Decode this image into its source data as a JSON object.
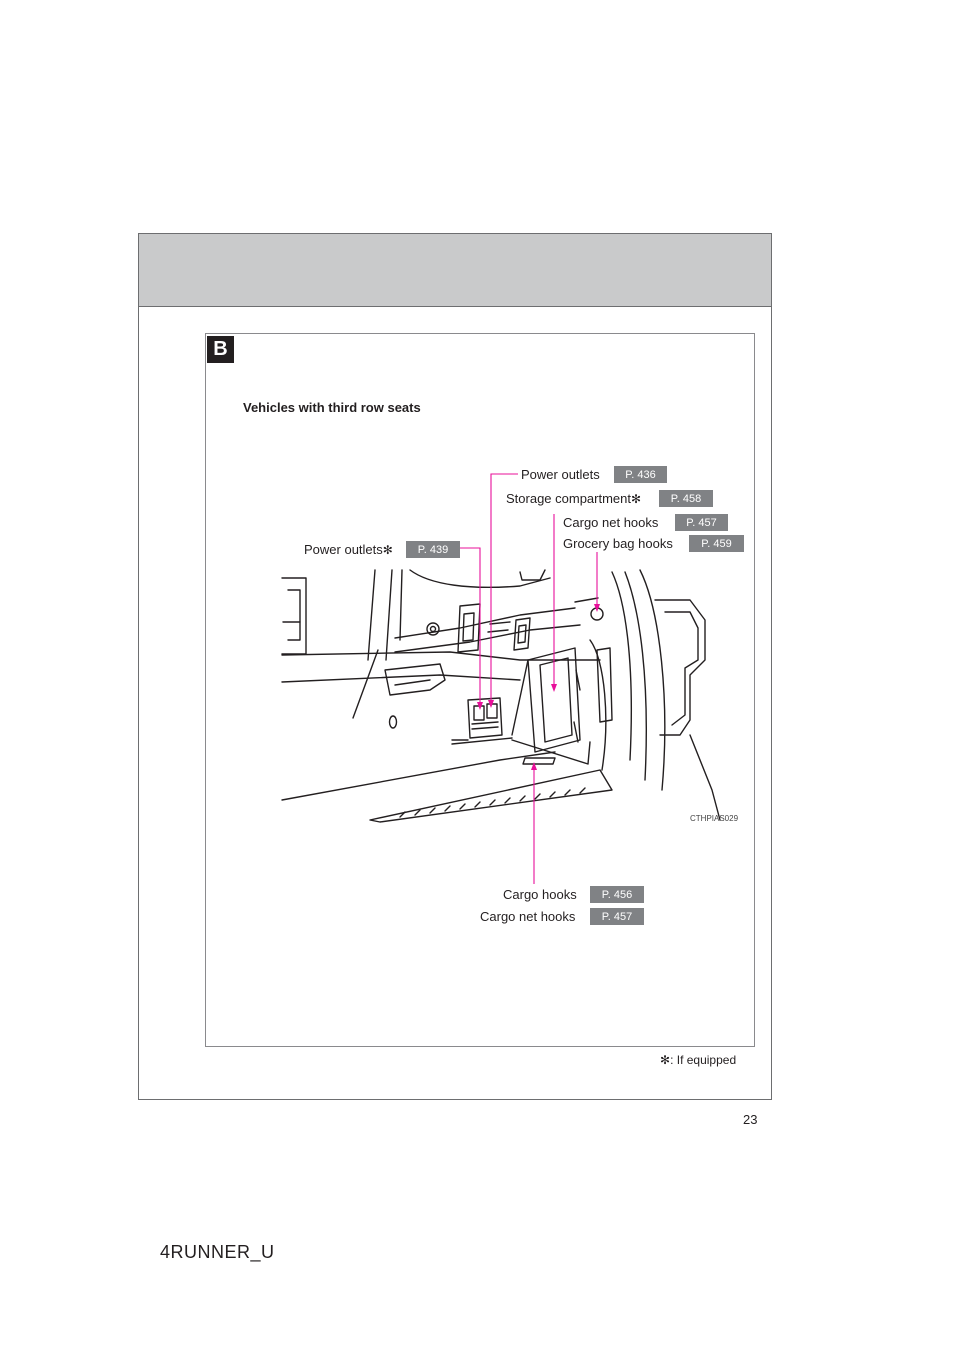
{
  "section": {
    "badge": "B",
    "subtitle": "Vehicles with third row seats"
  },
  "callouts": {
    "power_outlets_top": {
      "label": "Power outlets",
      "ref": "P. 436"
    },
    "storage_compartment": {
      "label": "Storage compartment",
      "mark": "✻",
      "ref": "P. 458"
    },
    "cargo_net_hooks_top": {
      "label": "Cargo net hooks",
      "ref": "P. 457"
    },
    "grocery_bag_hooks": {
      "label": "Grocery bag hooks",
      "ref": "P. 459"
    },
    "power_outlets_left": {
      "label": "Power outlets",
      "mark": "✻",
      "ref": "P. 439"
    },
    "cargo_hooks": {
      "label": "Cargo hooks",
      "ref": "P. 456"
    },
    "cargo_net_hooks_bottom": {
      "label": "Cargo net hooks",
      "ref": "P. 457"
    }
  },
  "image_code": "CTHPIAS029",
  "footnote": {
    "mark": "✻",
    "text": ": If equipped"
  },
  "page_number": "23",
  "manual_code": "4RUNNER_U",
  "colors": {
    "leader": "#e8109a",
    "header": "#c9cacb",
    "ref_badge": "#808285"
  }
}
